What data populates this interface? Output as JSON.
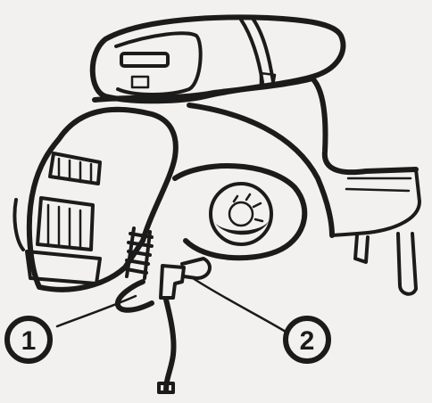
{
  "callouts": [
    {
      "id": "1",
      "label": "1"
    },
    {
      "id": "2",
      "label": "2"
    }
  ],
  "colors": {
    "paper": "#f3f1ef",
    "ink": "#1b1b1b"
  }
}
